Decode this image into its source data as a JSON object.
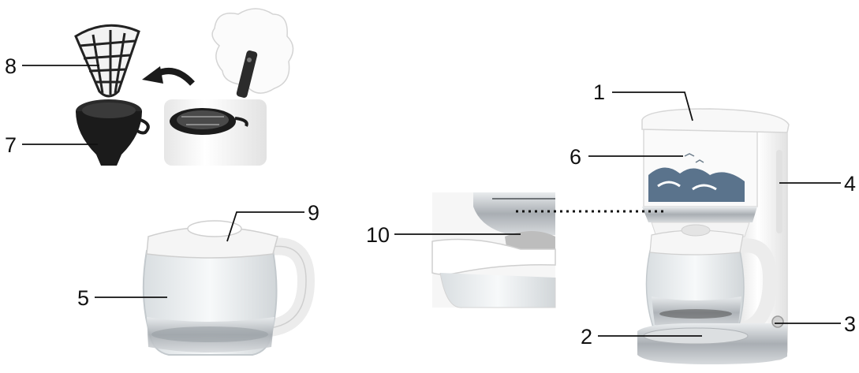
{
  "callouts": [
    {
      "id": "1",
      "label": "1"
    },
    {
      "id": "2",
      "label": "2"
    },
    {
      "id": "3",
      "label": "3"
    },
    {
      "id": "4",
      "label": "4"
    },
    {
      "id": "5",
      "label": "5"
    },
    {
      "id": "6",
      "label": "6"
    },
    {
      "id": "7",
      "label": "7"
    },
    {
      "id": "8",
      "label": "8"
    },
    {
      "id": "9",
      "label": "9"
    },
    {
      "id": "10",
      "label": "10"
    }
  ],
  "colors": {
    "line": "#111111",
    "body_white": "#f6f6f6",
    "chrome": "#b8bcc0",
    "glass": "#e4e8ea",
    "filter_black": "#1b1b1b",
    "decal_blue": "#3d5b78"
  },
  "icons": [
    "filter-basket-icon",
    "filter-holder-icon",
    "swap-arrow-icon",
    "open-coffee-maker-icon",
    "glass-carafe-icon",
    "coffee-maker-icon",
    "drip-stop-closeup-icon"
  ]
}
